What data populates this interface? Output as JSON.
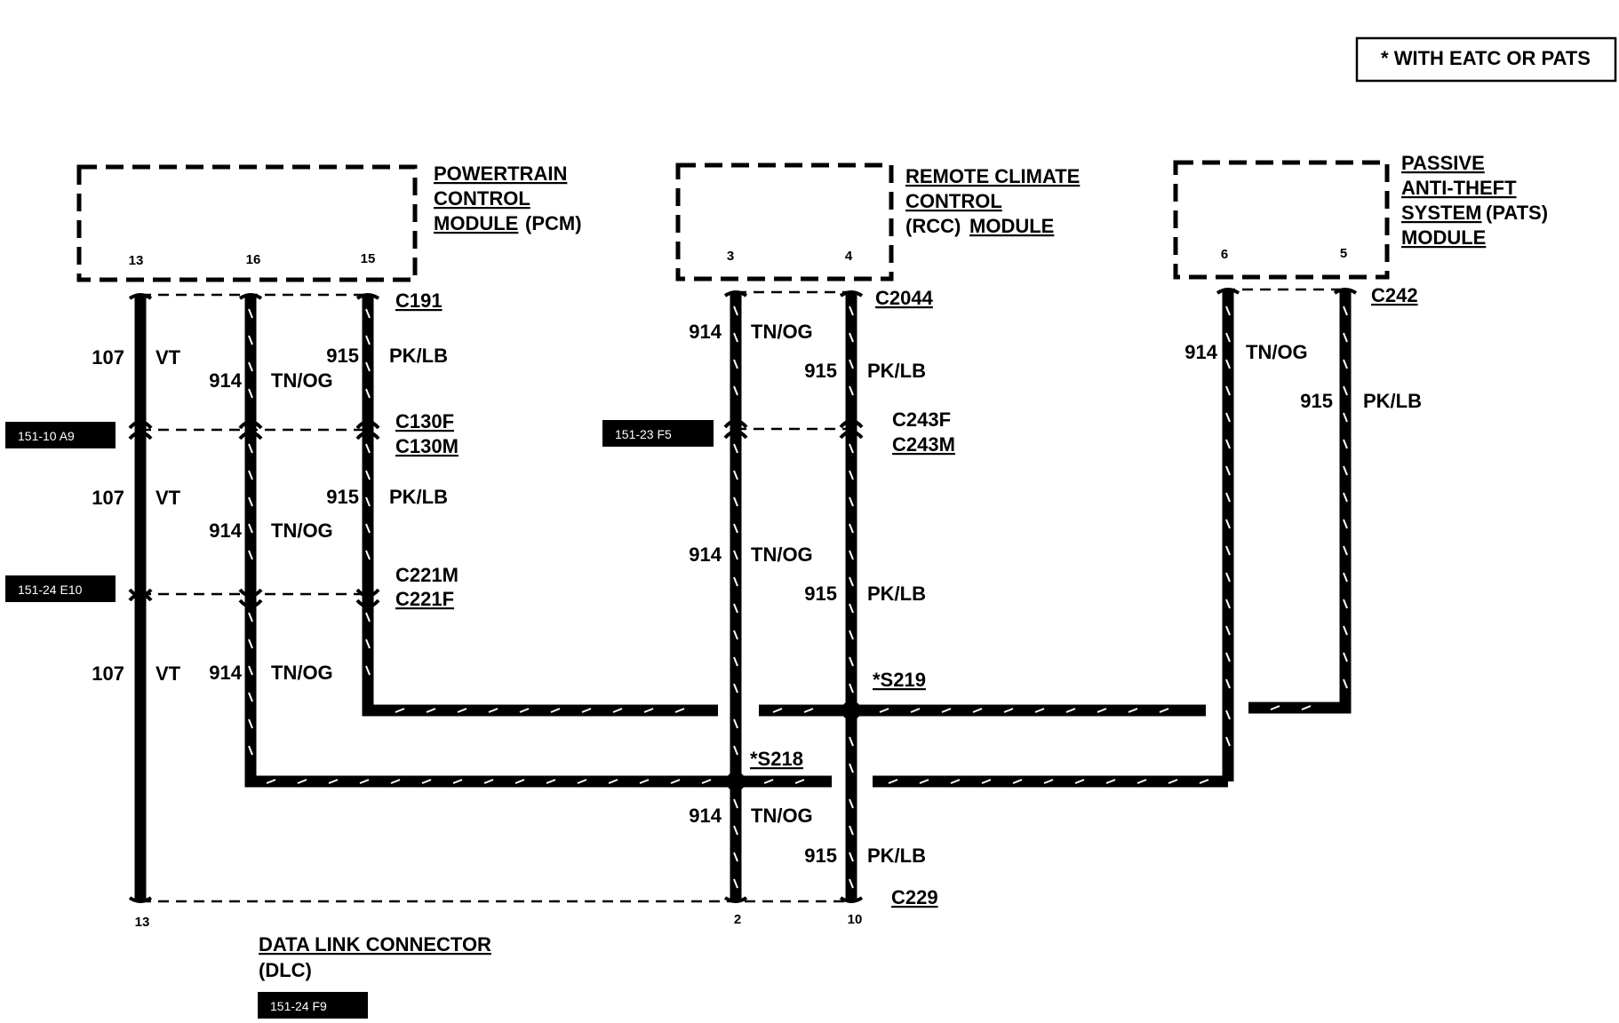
{
  "note": "* WITH EATC OR PATS",
  "modules": {
    "pcm": {
      "line1": "POWERTRAIN",
      "line2": "CONTROL",
      "line3a": "MODULE",
      "line3b": "(PCM)",
      "pins": [
        "13",
        "16",
        "15"
      ]
    },
    "rcc": {
      "line1": "REMOTE CLIMATE",
      "line2": "CONTROL",
      "line3a": "(RCC)",
      "line3b": "MODULE",
      "pins": [
        "3",
        "4"
      ]
    },
    "pats": {
      "line1": "PASSIVE",
      "line2": "ANTI-THEFT",
      "line3a": "SYSTEM",
      "line3b": "(PATS)",
      "line4": "MODULE",
      "pins": [
        "6",
        "5"
      ]
    },
    "dlc": {
      "line1": "DATA LINK CONNECTOR",
      "line2": "(DLC)",
      "pins": [
        "13",
        "2",
        "10"
      ]
    }
  },
  "connectors": {
    "c191": "C191",
    "c130f": "C130F",
    "c130m": "C130M",
    "c221m": "C221M",
    "c221f": "C221F",
    "c2044": "C2044",
    "c243f": "C243F",
    "c243m": "C243M",
    "c242": "C242",
    "c229": "C229"
  },
  "splices": {
    "s219": "*S219",
    "s218": "*S218"
  },
  "wires": {
    "vt": {
      "circuit": "107",
      "color": "VT"
    },
    "tnog": {
      "circuit": "914",
      "color": "TN/OG"
    },
    "pklb": {
      "circuit": "915",
      "color": "PK/LB"
    },
    "pklb_unlabeled_color": "PK/LB"
  },
  "refs": {
    "r1": "151-10 A9",
    "r2": "151-24 E10",
    "r3": "151-23 F5",
    "r4": "151-24 F9"
  }
}
